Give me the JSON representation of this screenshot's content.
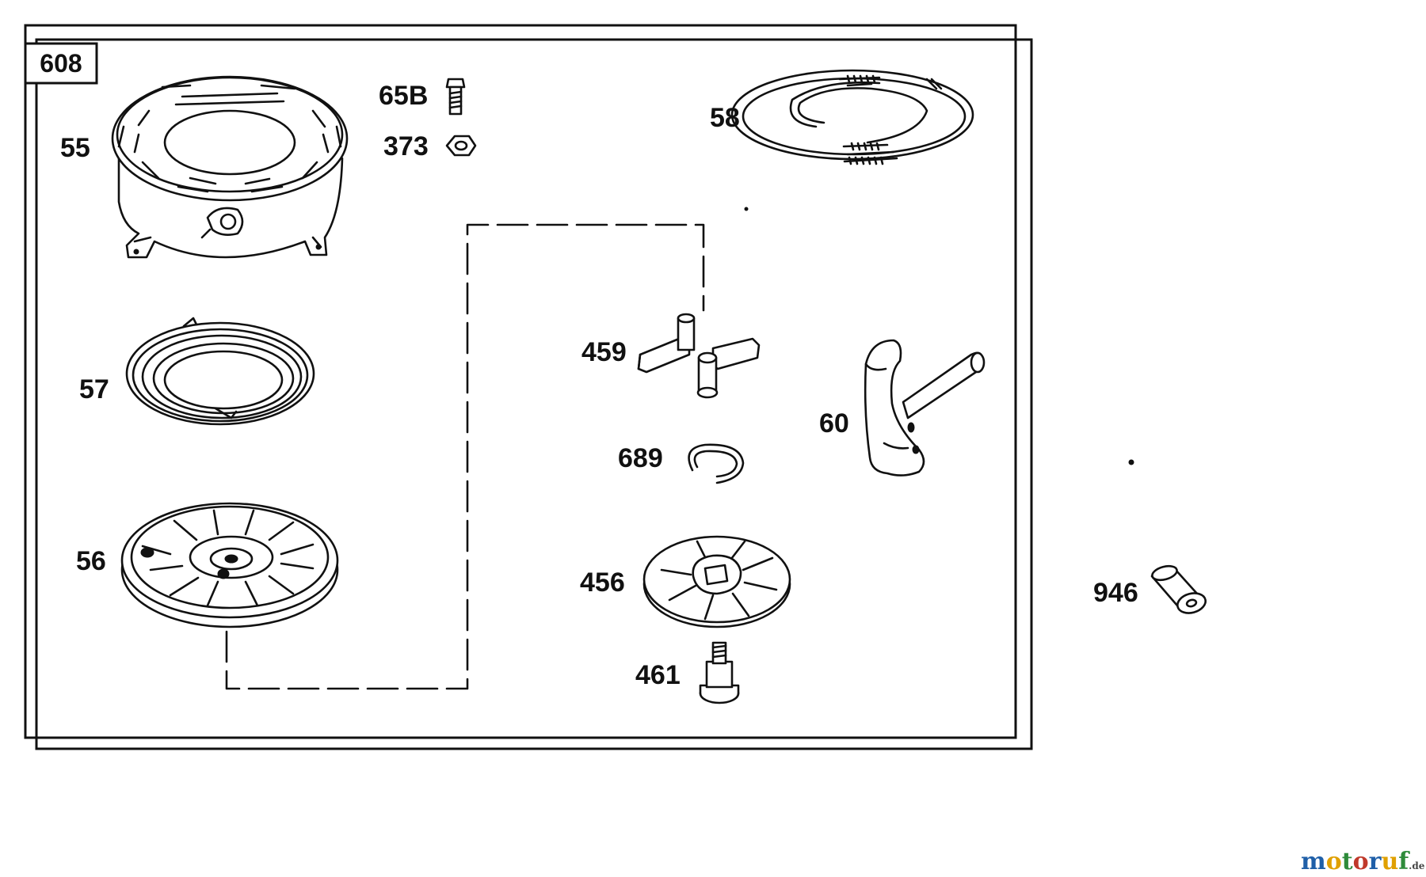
{
  "diagram": {
    "kit_number": "608",
    "parts": [
      {
        "number": "55",
        "name": "blower-housing"
      },
      {
        "number": "65B",
        "name": "screw"
      },
      {
        "number": "373",
        "name": "nut"
      },
      {
        "number": "58",
        "name": "starter-rope"
      },
      {
        "number": "57",
        "name": "rewind-spring"
      },
      {
        "number": "56",
        "name": "starter-pulley"
      },
      {
        "number": "459",
        "name": "pawl"
      },
      {
        "number": "689",
        "name": "retainer-ring"
      },
      {
        "number": "456",
        "name": "pawl-retainer"
      },
      {
        "number": "461",
        "name": "screw"
      },
      {
        "number": "60",
        "name": "starter-handle"
      },
      {
        "number": "946",
        "name": "bushing"
      }
    ]
  },
  "watermark": {
    "text_colored": [
      "m",
      "o",
      "t",
      "o",
      "r",
      "u",
      "f"
    ],
    "suffix": ".de",
    "colors": [
      "#1f5fa8",
      "#e0a000",
      "#2e8b3a",
      "#c0392b",
      "#1f5fa8",
      "#e0a000",
      "#2e8b3a"
    ]
  }
}
